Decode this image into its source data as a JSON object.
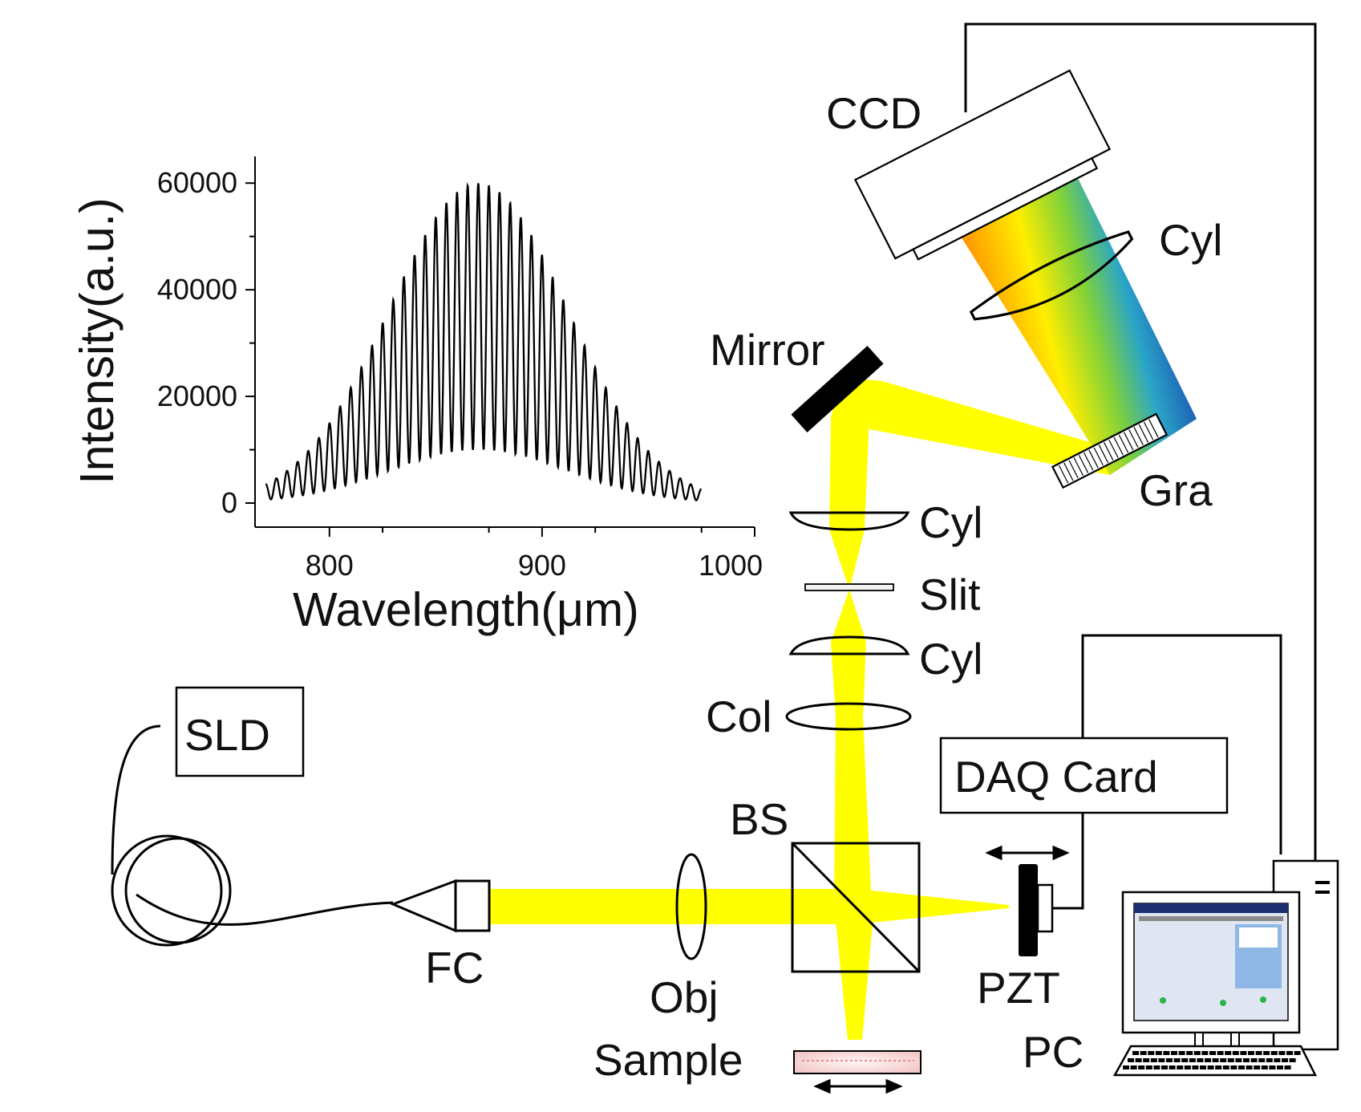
{
  "labels": {
    "ccd": "CCD",
    "cyl_top": "Cyl",
    "mirror": "Mirror",
    "gra": "Gra",
    "cyl_1": "Cyl",
    "slit": "Slit",
    "cyl_2": "Cyl",
    "col": "Col",
    "sld": "SLD",
    "daq": "DAQ Card",
    "bs": "BS",
    "fc": "FC",
    "obj": "Obj",
    "pzt": "PZT",
    "sample": "Sample",
    "pc": "PC"
  },
  "colors": {
    "beam": "#ffff00",
    "line": "#000000",
    "spectrum_start": "#ff8c00",
    "spectrum_mid": "#ffff00",
    "spectrum_end": "#1e5fb4"
  },
  "chart_data": {
    "type": "line",
    "xlabel": "Wavelength(μm)",
    "ylabel": "Intensity(a.u.)",
    "xlim": [
      765,
      1000
    ],
    "ylim": [
      0,
      65000
    ],
    "x_ticks": [
      "800",
      "900",
      "1000"
    ],
    "y_ticks": [
      "0",
      "20000",
      "40000",
      "60000"
    ],
    "series": [
      {
        "envelope_center": 870,
        "upper_peak": 60000,
        "lower_peak": 10000,
        "fringe_period": 5,
        "x_range": [
          770,
          975
        ]
      }
    ]
  }
}
